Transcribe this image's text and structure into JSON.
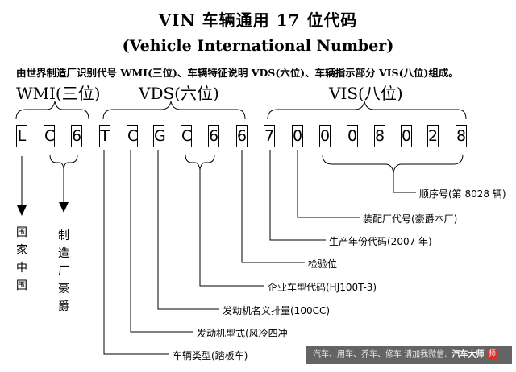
{
  "title": "VIN 车辆通用 17 位代码",
  "subtitle": {
    "open": "(",
    "v": "V",
    "v_rest": "ehicle ",
    "i": "I",
    "i_rest": "nternational ",
    "n": "N",
    "n_rest": "umber",
    "close": ")"
  },
  "description": "由世界制造厂识别代号 WMI(三位)、车辆特征说明 VDS(六位)、车辆指示部分 VIS(八位)组成。",
  "groups": {
    "wmi": "WMI(三位)",
    "vds": "VDS(六位)",
    "vis": "VIS(八位)"
  },
  "vin_chars": [
    "L",
    "C",
    "6",
    "T",
    "C",
    "G",
    "C",
    "6",
    "6",
    "7",
    "0",
    "0",
    "0",
    "8",
    "0",
    "2",
    "8"
  ],
  "left_labels": {
    "country": "国家中国",
    "maker": "制造厂豪爵"
  },
  "labels": {
    "serial": "顺序号(第 8028 辆)",
    "plant": "装配厂代号(豪爵本厂)",
    "year": "生产年份代码(2007 年)",
    "check": "检验位",
    "model": "企业车型代码(HJ100T-3)",
    "displacement": "发动机名义排量(100CC)",
    "engine_type": "发动机型式(风冷四冲",
    "vehicle_type": "车辆类型(踏板车)"
  },
  "watermark": {
    "text": "汽车、用车、养车、修车 请加我微信:",
    "brand": "汽车大师",
    "logo": "师"
  }
}
